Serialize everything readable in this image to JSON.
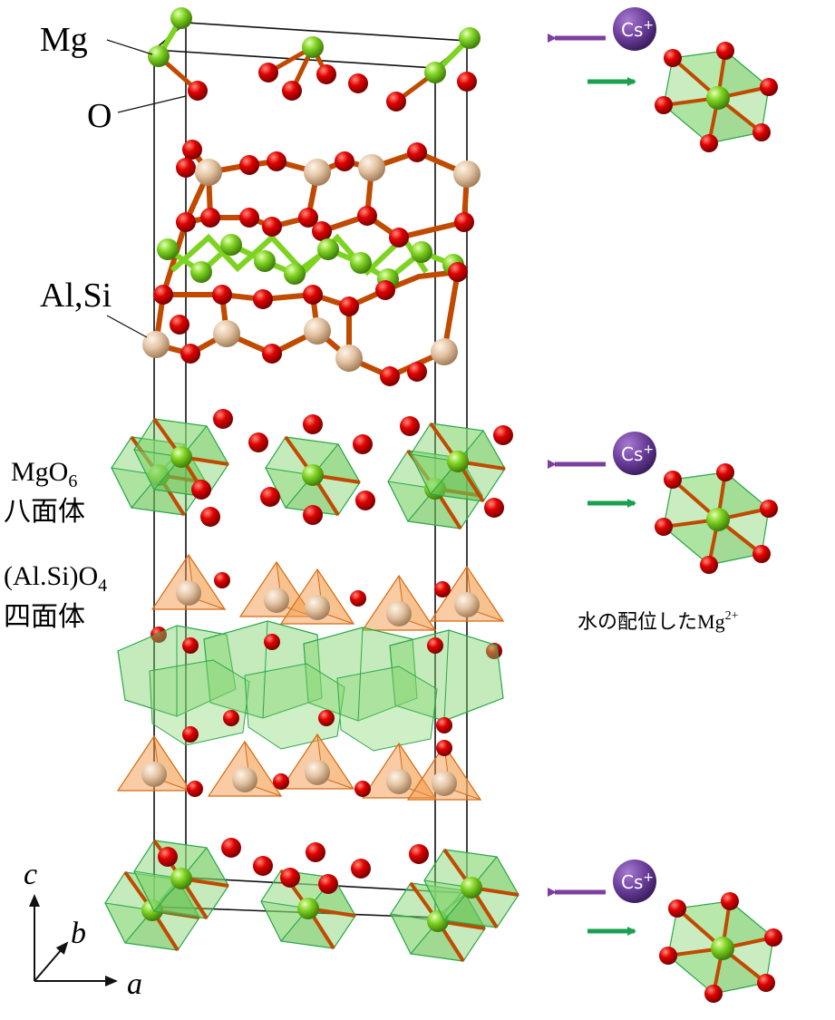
{
  "labels": {
    "mg": "Mg",
    "o": "O",
    "alsi": "Al,Si",
    "octa_formula_base": "MgO",
    "octa_formula_sub": "6",
    "octa_name": "八面体",
    "tetra_formula_base": "(Al.Si)O",
    "tetra_formula_sub": "4",
    "tetra_name": "四面体",
    "water_text": "水の配位した",
    "water_ion_base": "Mg",
    "water_ion_sup": "2+"
  },
  "cation": {
    "symbol": "Cs",
    "charge": "+"
  },
  "axes": {
    "a": "a",
    "b": "b",
    "c": "c"
  },
  "colors": {
    "magnesium": "#7ed321",
    "oxygen": "#e00000",
    "aluminum_silicon": "#e3c4a4",
    "octahedron": "#7fd36b",
    "tetrahedron": "#f39a4c",
    "cesium": "#6a3d9a",
    "arrow_out": "#7b3fa0",
    "arrow_in": "#1aa050"
  }
}
